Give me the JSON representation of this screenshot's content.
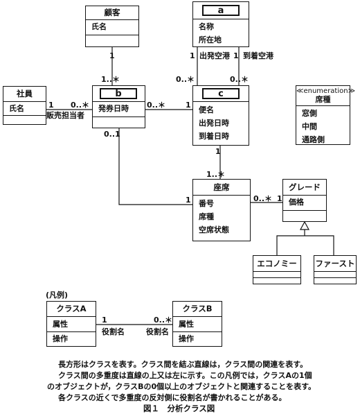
{
  "diagram": {
    "classes": {
      "kokyaku": {
        "title": "顧客",
        "attrs": [
          "氏名"
        ]
      },
      "a": {
        "title": "a",
        "attrs": [
          "名称",
          "所在地"
        ]
      },
      "shain": {
        "title": "社員",
        "attrs": [
          "氏名"
        ]
      },
      "b": {
        "title": "b",
        "attrs": [
          "発券日時"
        ]
      },
      "c": {
        "title": "c",
        "attrs": [
          "便名",
          "出発日時",
          "到着日時"
        ]
      },
      "seki_enum": {
        "stereotype": "≪enumeration≫",
        "title": "席種",
        "attrs": [
          "窓側",
          "中間",
          "通路側"
        ]
      },
      "zaseki": {
        "title": "座席",
        "attrs": [
          "番号",
          "席種",
          "空席状態"
        ]
      },
      "grade": {
        "title": "グレード",
        "attrs": [
          "価格"
        ]
      },
      "economy": {
        "title": "エコノミー"
      },
      "first": {
        "title": "ファースト"
      }
    },
    "labels": {
      "kokyaku_mult": "1",
      "b_mult_top": "1..＊",
      "a_mult_left": "1",
      "a_role_left": "出発空港",
      "a_mult_right": "1",
      "a_role_right": "到着空港",
      "c_mult_left": "0..＊",
      "c_mult_right": "0..＊",
      "shain_mult": "1",
      "shain_role": "販売担当者",
      "b_mult_left": "0..＊",
      "b_mult_right": "0..＊",
      "c_mult_b": "1",
      "b_mult_bottom": "0..1",
      "c_mult_bottom": "1",
      "zaseki_mult_top": "1..＊",
      "zaseki_mult_left": "1",
      "zaseki_mult_right": "0..＊",
      "grade_mult": "1"
    }
  },
  "legend": {
    "title": "(凡例)",
    "class_a": {
      "title": "クラスA",
      "attr": "属性",
      "op": "操作"
    },
    "class_b": {
      "title": "クラスB",
      "attr": "属性",
      "op": "操作"
    },
    "mult_a": "1",
    "mult_b": "0..＊",
    "role_a": "役割名",
    "role_b": "役割名"
  },
  "description": [
    "長方形はクラスを表す。クラス間を結ぶ直線は，クラス間の関連を表す。",
    "クラス間の多重度は直線の上又は左に示す。この凡例では，クラスAの1個",
    "のオブジェクトが，クラスBの0個以上のオブジェクトと関連することを表す。",
    "各クラスの近くで多重度の反対側に役割名が書かれることがある。"
  ],
  "caption": "図１　分析クラス図"
}
